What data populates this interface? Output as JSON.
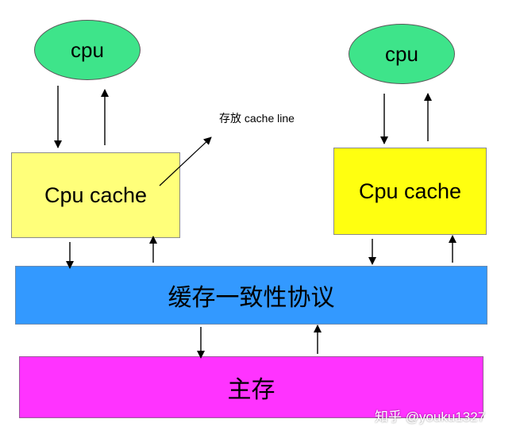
{
  "nodes": {
    "cpu_left": "cpu",
    "cpu_right": "cpu",
    "cache_left": "Cpu cache",
    "cache_right": "Cpu cache",
    "protocol": "缓存一致性协议",
    "memory": "主存"
  },
  "annotation": "存放 cache line",
  "watermark": "知乎 @youku1327",
  "colors": {
    "cpu": "#3ee48a",
    "cache_left": "#ffff7a",
    "cache_right": "#ffff10",
    "protocol": "#3399ff",
    "memory": "#ff33ff"
  }
}
